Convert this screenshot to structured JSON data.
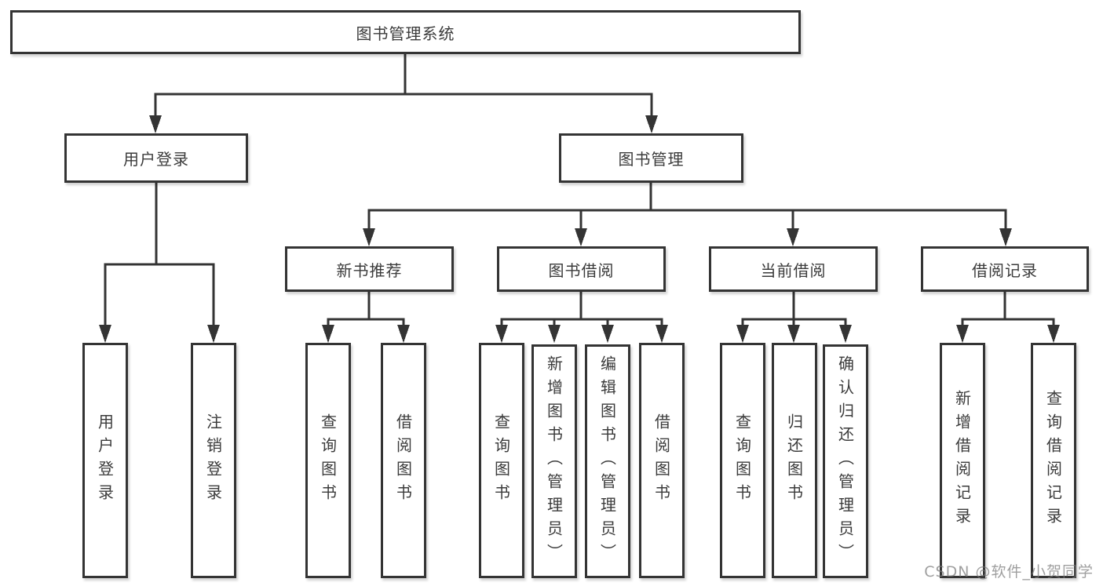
{
  "tree": {
    "root": {
      "label": "图书管理系统"
    },
    "branches": [
      {
        "label": "用户登录",
        "children": [
          {
            "label": "用户登录"
          },
          {
            "label": "注销登录"
          }
        ]
      },
      {
        "label": "图书管理",
        "children": [
          {
            "label": "新书推荐",
            "children": [
              {
                "label": "查询图书"
              },
              {
                "label": "借阅图书"
              }
            ]
          },
          {
            "label": "图书借阅",
            "children": [
              {
                "label": "查询图书"
              },
              {
                "label": "新增图书（管理员）"
              },
              {
                "label": "编辑图书（管理员）"
              },
              {
                "label": "借阅图书"
              }
            ]
          },
          {
            "label": "当前借阅",
            "children": [
              {
                "label": "查询图书"
              },
              {
                "label": "归还图书"
              },
              {
                "label": "确认归还（管理员）"
              }
            ]
          },
          {
            "label": "借阅记录",
            "children": [
              {
                "label": "新增借阅记录"
              },
              {
                "label": "查询借阅记录"
              }
            ]
          }
        ]
      }
    ]
  },
  "colors": {
    "line": "#343434",
    "text": "#3b3b3b",
    "watermark": "#7a7a7a"
  },
  "watermark": "CSDN @软件_小贺同学"
}
